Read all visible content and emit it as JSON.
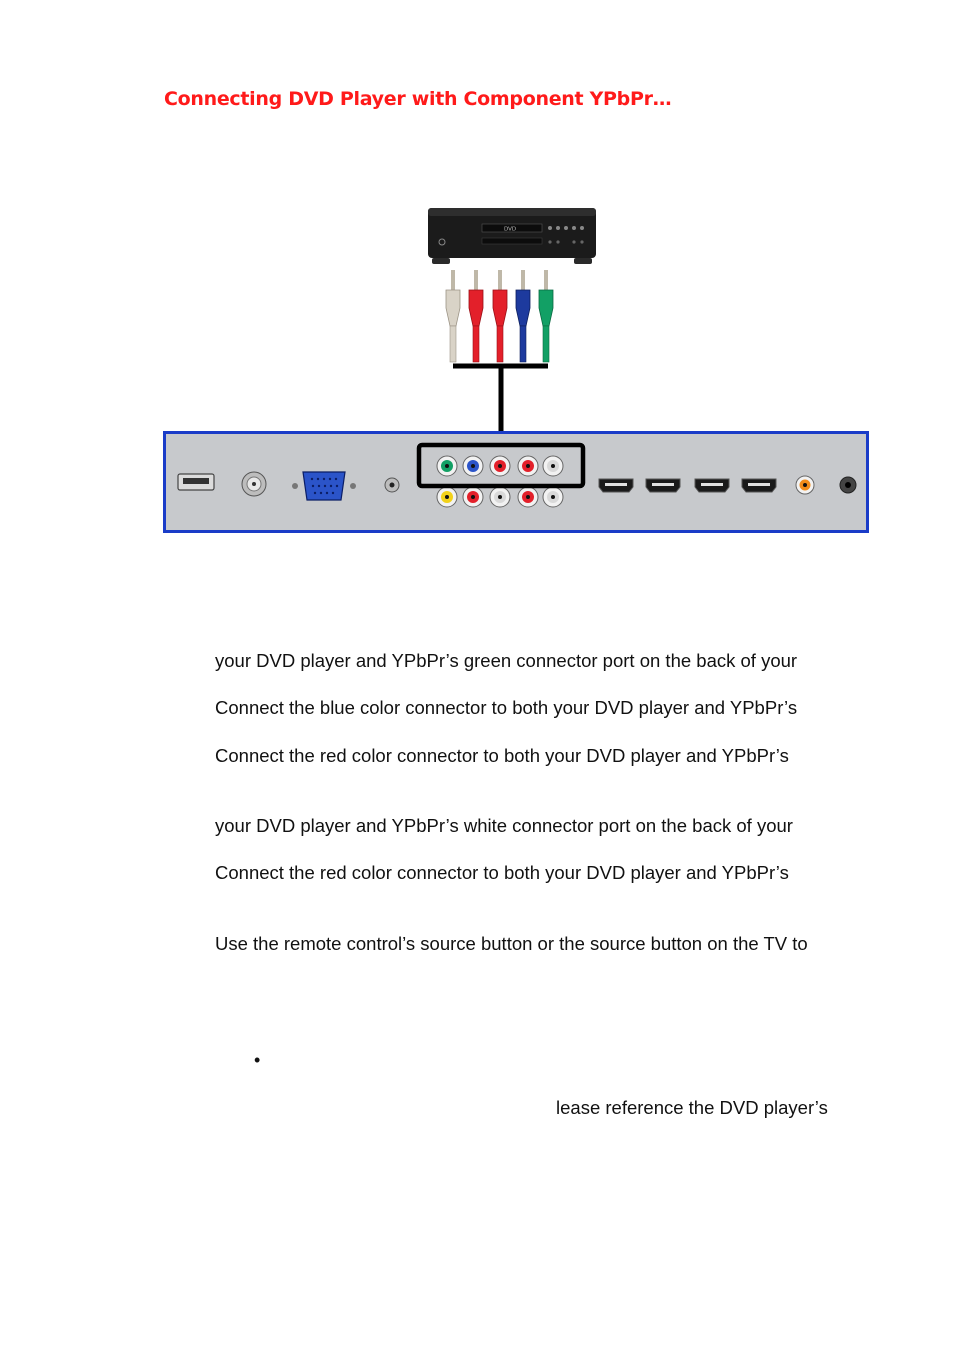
{
  "page": {
    "title": "Connecting DVD Player with Component YPbPr…"
  },
  "steps": [
    "your DVD player and YPbPr’s green connector port on the back of your",
    "Connect the blue color connector to both your DVD player and YPbPr’s",
    "Connect the red color connector to both your DVD player and YPbPr’s",
    "your DVD player and YPbPr’s white connector port on the back of your",
    "Connect the red color connector to both your DVD player and YPbPr’s",
    "Use the remote control’s source button or the source button on the TV to"
  ],
  "note": {
    "bullet": "•",
    "text": "lease reference the DVD player’s"
  },
  "dvd_player": {
    "label": "DVD"
  },
  "colors": {
    "title": "#ff1a1a",
    "panel_fill": "#c7c9cc",
    "panel_border": "#1a3cc8",
    "cable_white": "#d9d3c7",
    "cable_red": "#e3202a",
    "cable_blue": "#1d3a9e",
    "cable_green": "#12a065"
  }
}
